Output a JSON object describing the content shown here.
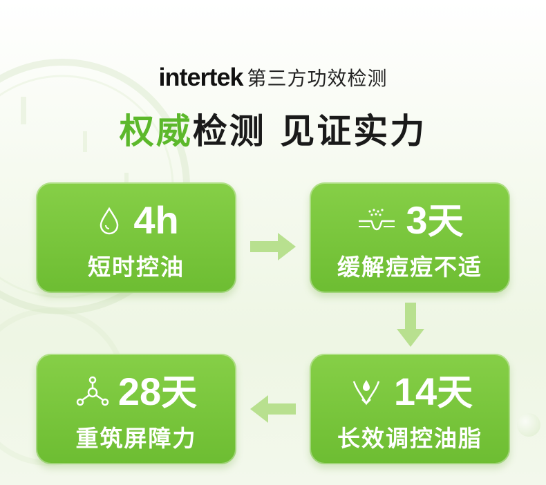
{
  "header": {
    "logo": "intertek",
    "subtitle": "第三方功效检测",
    "headline_green": "权威",
    "headline_dark": "检测 见证实力"
  },
  "cards": [
    {
      "value": "4h",
      "unit": "",
      "label": "短时控油",
      "icon": "water-drop-icon"
    },
    {
      "value": "3",
      "unit": "天",
      "label": "缓解痘痘不适",
      "icon": "skin-pore-icon"
    },
    {
      "value": "14",
      "unit": "天",
      "label": "长效调控油脂",
      "icon": "oil-control-icon"
    },
    {
      "value": "28",
      "unit": "天",
      "label": "重筑屏障力",
      "icon": "molecule-icon"
    }
  ],
  "colors": {
    "accent_green": "#5cb82b",
    "card_green": "#76c43a",
    "arrow_green": "#b8e08f"
  }
}
